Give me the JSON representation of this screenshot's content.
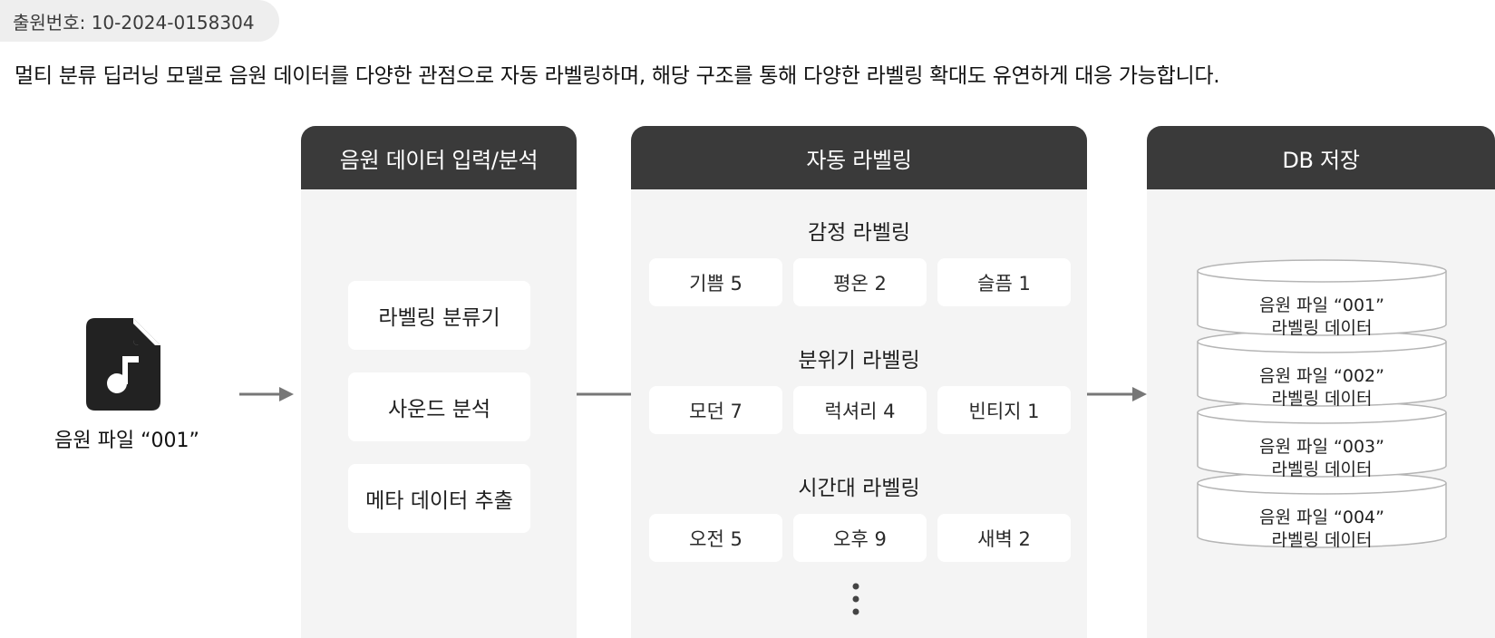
{
  "application_number": "출원번호: 10-2024-0158304",
  "description": "멀티 분류 딥러닝 모델로 음원 데이터를 다양한 관점으로 자동 라벨링하며, 해당 구조를 통해 다양한 라벨링 확대도 유연하게 대응 가능합니다.",
  "source_file": {
    "icon": "music-file-icon",
    "label": "음원 파일 “001”"
  },
  "input_panel": {
    "title": "음원 데이터 입력/분석",
    "steps": [
      "라벨링 분류기",
      "사운드 분석",
      "메타 데이터 추출"
    ]
  },
  "labeling_panel": {
    "title": "자동 라벨링",
    "groups": [
      {
        "title": "감정 라벨링",
        "chips": [
          "기쁨 5",
          "평온 2",
          "슬픔 1"
        ]
      },
      {
        "title": "분위기 라벨링",
        "chips": [
          "모던 7",
          "럭셔리 4",
          "빈티지 1"
        ]
      },
      {
        "title": "시간대 라벨링",
        "chips": [
          "오전 5",
          "오후 9",
          "새벽 2"
        ]
      }
    ],
    "more_icon": "vertical-ellipsis-icon"
  },
  "db_panel": {
    "title": "DB 저장",
    "records": [
      {
        "line1": "음원 파일 “001”",
        "line2": "라벨링 데이터"
      },
      {
        "line1": "음원 파일 “002”",
        "line2": "라벨링 데이터"
      },
      {
        "line1": "음원 파일 “003”",
        "line2": "라벨링 데이터"
      },
      {
        "line1": "음원 파일 “004”",
        "line2": "라벨링 데이터"
      }
    ]
  },
  "colors": {
    "header": "#3a3a3a",
    "panel_bg": "#f4f4f4",
    "arrow": "#777777",
    "icon": "#222222"
  }
}
